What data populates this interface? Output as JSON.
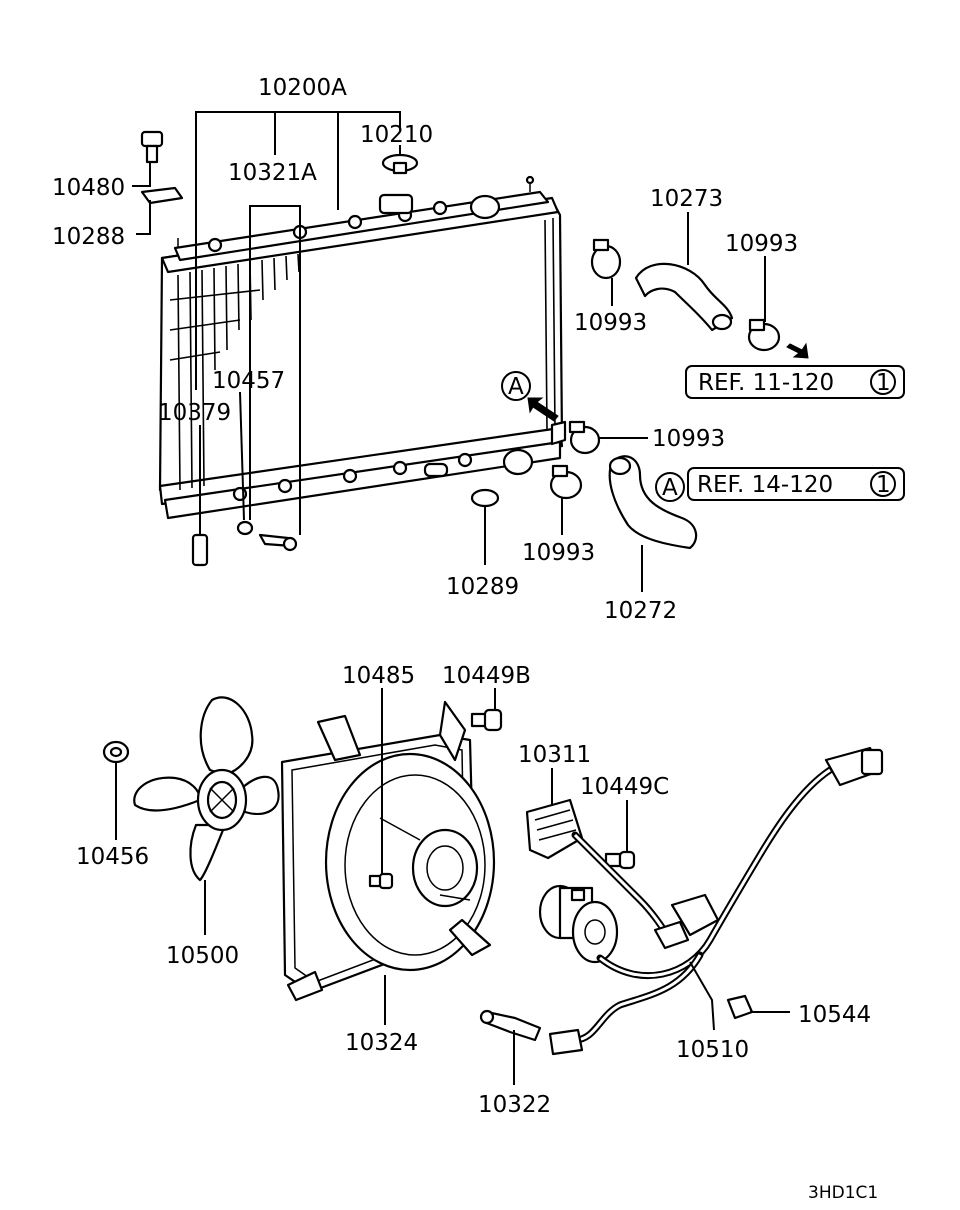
{
  "part_numbers": {
    "p10200A": "10200A",
    "p10210": "10210",
    "p10321A": "10321A",
    "p10480": "10480",
    "p10288": "10288",
    "p10273": "10273",
    "p10993_top_right": "10993",
    "p10993_top_left": "10993",
    "p10993_mid": "10993",
    "p10993_low": "10993",
    "p10457": "10457",
    "p10379": "10379",
    "p10289": "10289",
    "p10272": "10272",
    "p10485": "10485",
    "p10449B": "10449B",
    "p10311": "10311",
    "p10449C": "10449C",
    "p10456": "10456",
    "p10500": "10500",
    "p10324": "10324",
    "p10544": "10544",
    "p10510": "10510",
    "p10322": "10322"
  },
  "references": {
    "ref_upper_text": "REF. 11-120",
    "ref_upper_circle": "1",
    "ref_lower_text": "REF. 14-120",
    "ref_lower_circle": "1",
    "marker_a": "A"
  },
  "diagram_code": "3HD1C1"
}
